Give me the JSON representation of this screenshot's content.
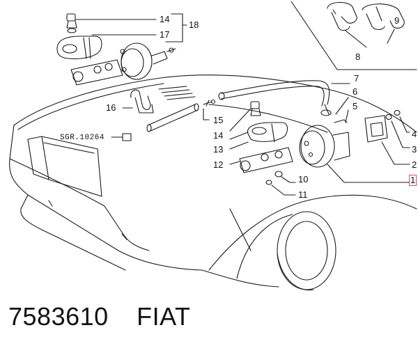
{
  "diagram": {
    "callouts": [
      {
        "id": "c14a",
        "label": "14"
      },
      {
        "id": "c17",
        "label": "17"
      },
      {
        "id": "c18",
        "label": "18"
      },
      {
        "id": "c9",
        "label": "9"
      },
      {
        "id": "c8",
        "label": "8"
      },
      {
        "id": "c7",
        "label": "7"
      },
      {
        "id": "c6",
        "label": "6"
      },
      {
        "id": "c5",
        "label": "5"
      },
      {
        "id": "c4",
        "label": "4"
      },
      {
        "id": "c3",
        "label": "3"
      },
      {
        "id": "c2",
        "label": "2"
      },
      {
        "id": "c1",
        "label": "1"
      },
      {
        "id": "c16",
        "label": "16"
      },
      {
        "id": "c15",
        "label": "15"
      },
      {
        "id": "c14b",
        "label": "14"
      },
      {
        "id": "c13",
        "label": "13"
      },
      {
        "id": "c12",
        "label": "12"
      },
      {
        "id": "c10",
        "label": "10"
      },
      {
        "id": "c11",
        "label": "11"
      }
    ],
    "reference_code": "SGR.10264",
    "highlighted_callout": "1",
    "line_color": "#1a1a1a",
    "highlight_color": "#e05050"
  },
  "footer": {
    "part_number": "7583610",
    "brand": "FIAT"
  }
}
